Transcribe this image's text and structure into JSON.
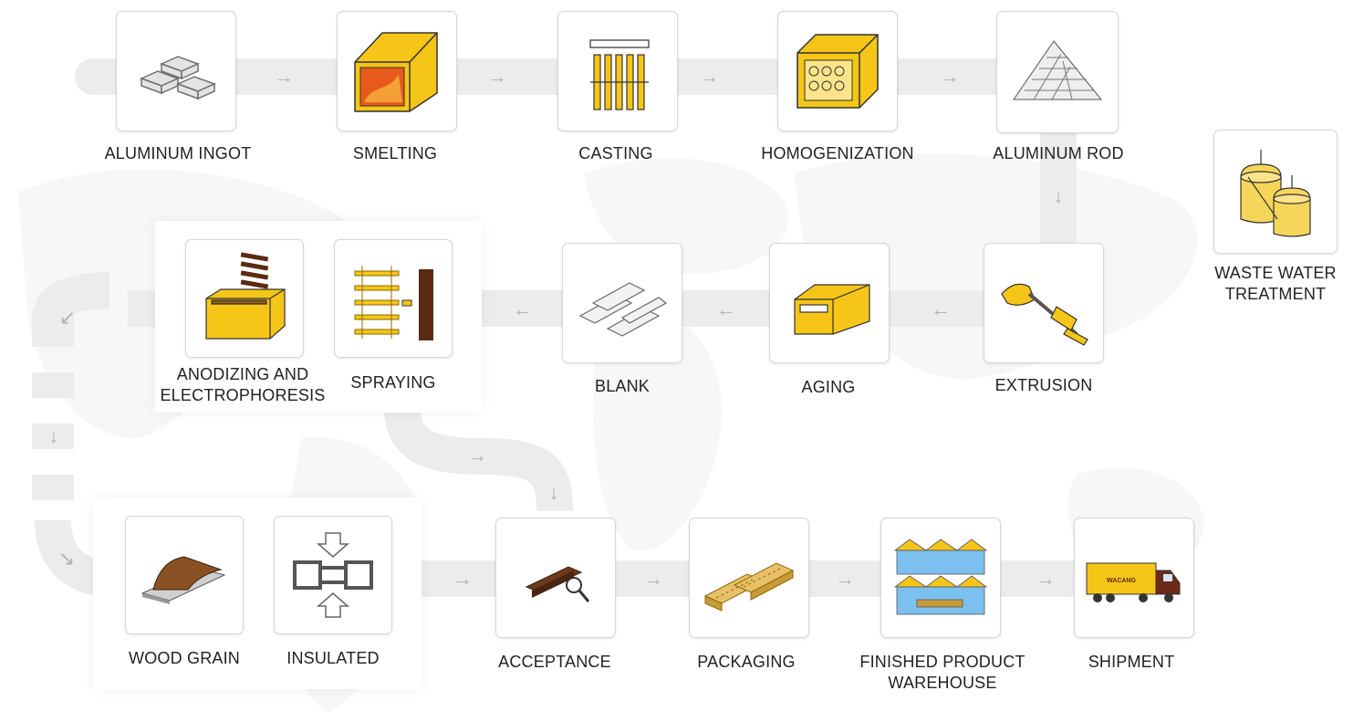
{
  "colors": {
    "accent": "#f5c518",
    "accent_dark": "#c99a00",
    "track": "#ececec",
    "arrow": "#b2b2b2",
    "wood": "#6b3a1e"
  },
  "steps": {
    "aluminum_ingot": "ALUMINUM INGOT",
    "smelting": "SMELTING",
    "casting": "CASTING",
    "homogenization": "HOMOGENIZATION",
    "aluminum_rod": "ALUMINUM ROD",
    "waste_water_line1": "WASTE WATER",
    "waste_water_line2": "TREATMENT",
    "extrusion": "EXTRUSION",
    "aging": "AGING",
    "blank": "BLANK",
    "spraying": "SPRAYING",
    "anodizing_line1": "ANODIZING AND",
    "anodizing_line2": "ELECTROPHORESIS",
    "wood_grain": "WOOD GRAIN",
    "insulated": "INSULATED",
    "acceptance": "ACCEPTANCE",
    "packaging": "PACKAGING",
    "warehouse_line1": "FINISHED PRODUCT",
    "warehouse_line2": "WAREHOUSE",
    "shipment": "SHIPMENT"
  },
  "truck_brand": "WACANG",
  "arrows": {
    "right": "→",
    "left": "←",
    "down": "↓",
    "down_left": "↙",
    "down_right": "↘"
  },
  "icons": {
    "aluminum_ingot": "ingot-stack-icon",
    "smelting": "furnace-icon",
    "casting": "casting-mold-icon",
    "homogenization": "homogenizing-furnace-icon",
    "aluminum_rod": "rod-pile-icon",
    "waste_water": "water-tank-icon",
    "extrusion": "extrusion-press-icon",
    "aging": "aging-oven-icon",
    "blank": "profile-blanks-icon",
    "spraying": "spray-rack-icon",
    "anodizing": "anodizing-tank-icon",
    "wood_grain": "wood-grain-film-icon",
    "insulated": "thermal-break-profile-icon",
    "acceptance": "inspection-magnifier-icon",
    "packaging": "packaged-bundles-icon",
    "warehouse": "warehouse-icon",
    "shipment": "delivery-truck-icon"
  }
}
